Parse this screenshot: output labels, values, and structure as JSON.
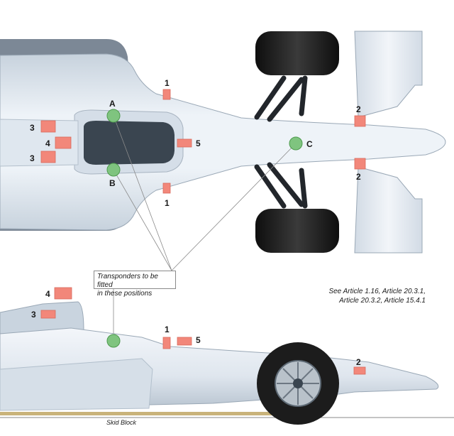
{
  "points": {
    "A": "A",
    "B": "B",
    "C": "C"
  },
  "markers": {
    "m1": "1",
    "m2": "2",
    "m3": "3",
    "m4": "4",
    "m5": "5"
  },
  "callout": {
    "line1": "Transponders to be fitted",
    "line2": "in these positions"
  },
  "reference": {
    "line1": "See Article 1.16, Article 20.3.1,",
    "line2": "Article 20.3.2, Article 15.4.1"
  },
  "side_view": {
    "skid_block": "Skid Block"
  },
  "colors": {
    "transponder_green": "#7fc47f",
    "marker_red": "#f2877a",
    "body_light": "#e4ebf3",
    "body_shadow": "#b9c6d3",
    "tyre": "#1c1c1c"
  }
}
